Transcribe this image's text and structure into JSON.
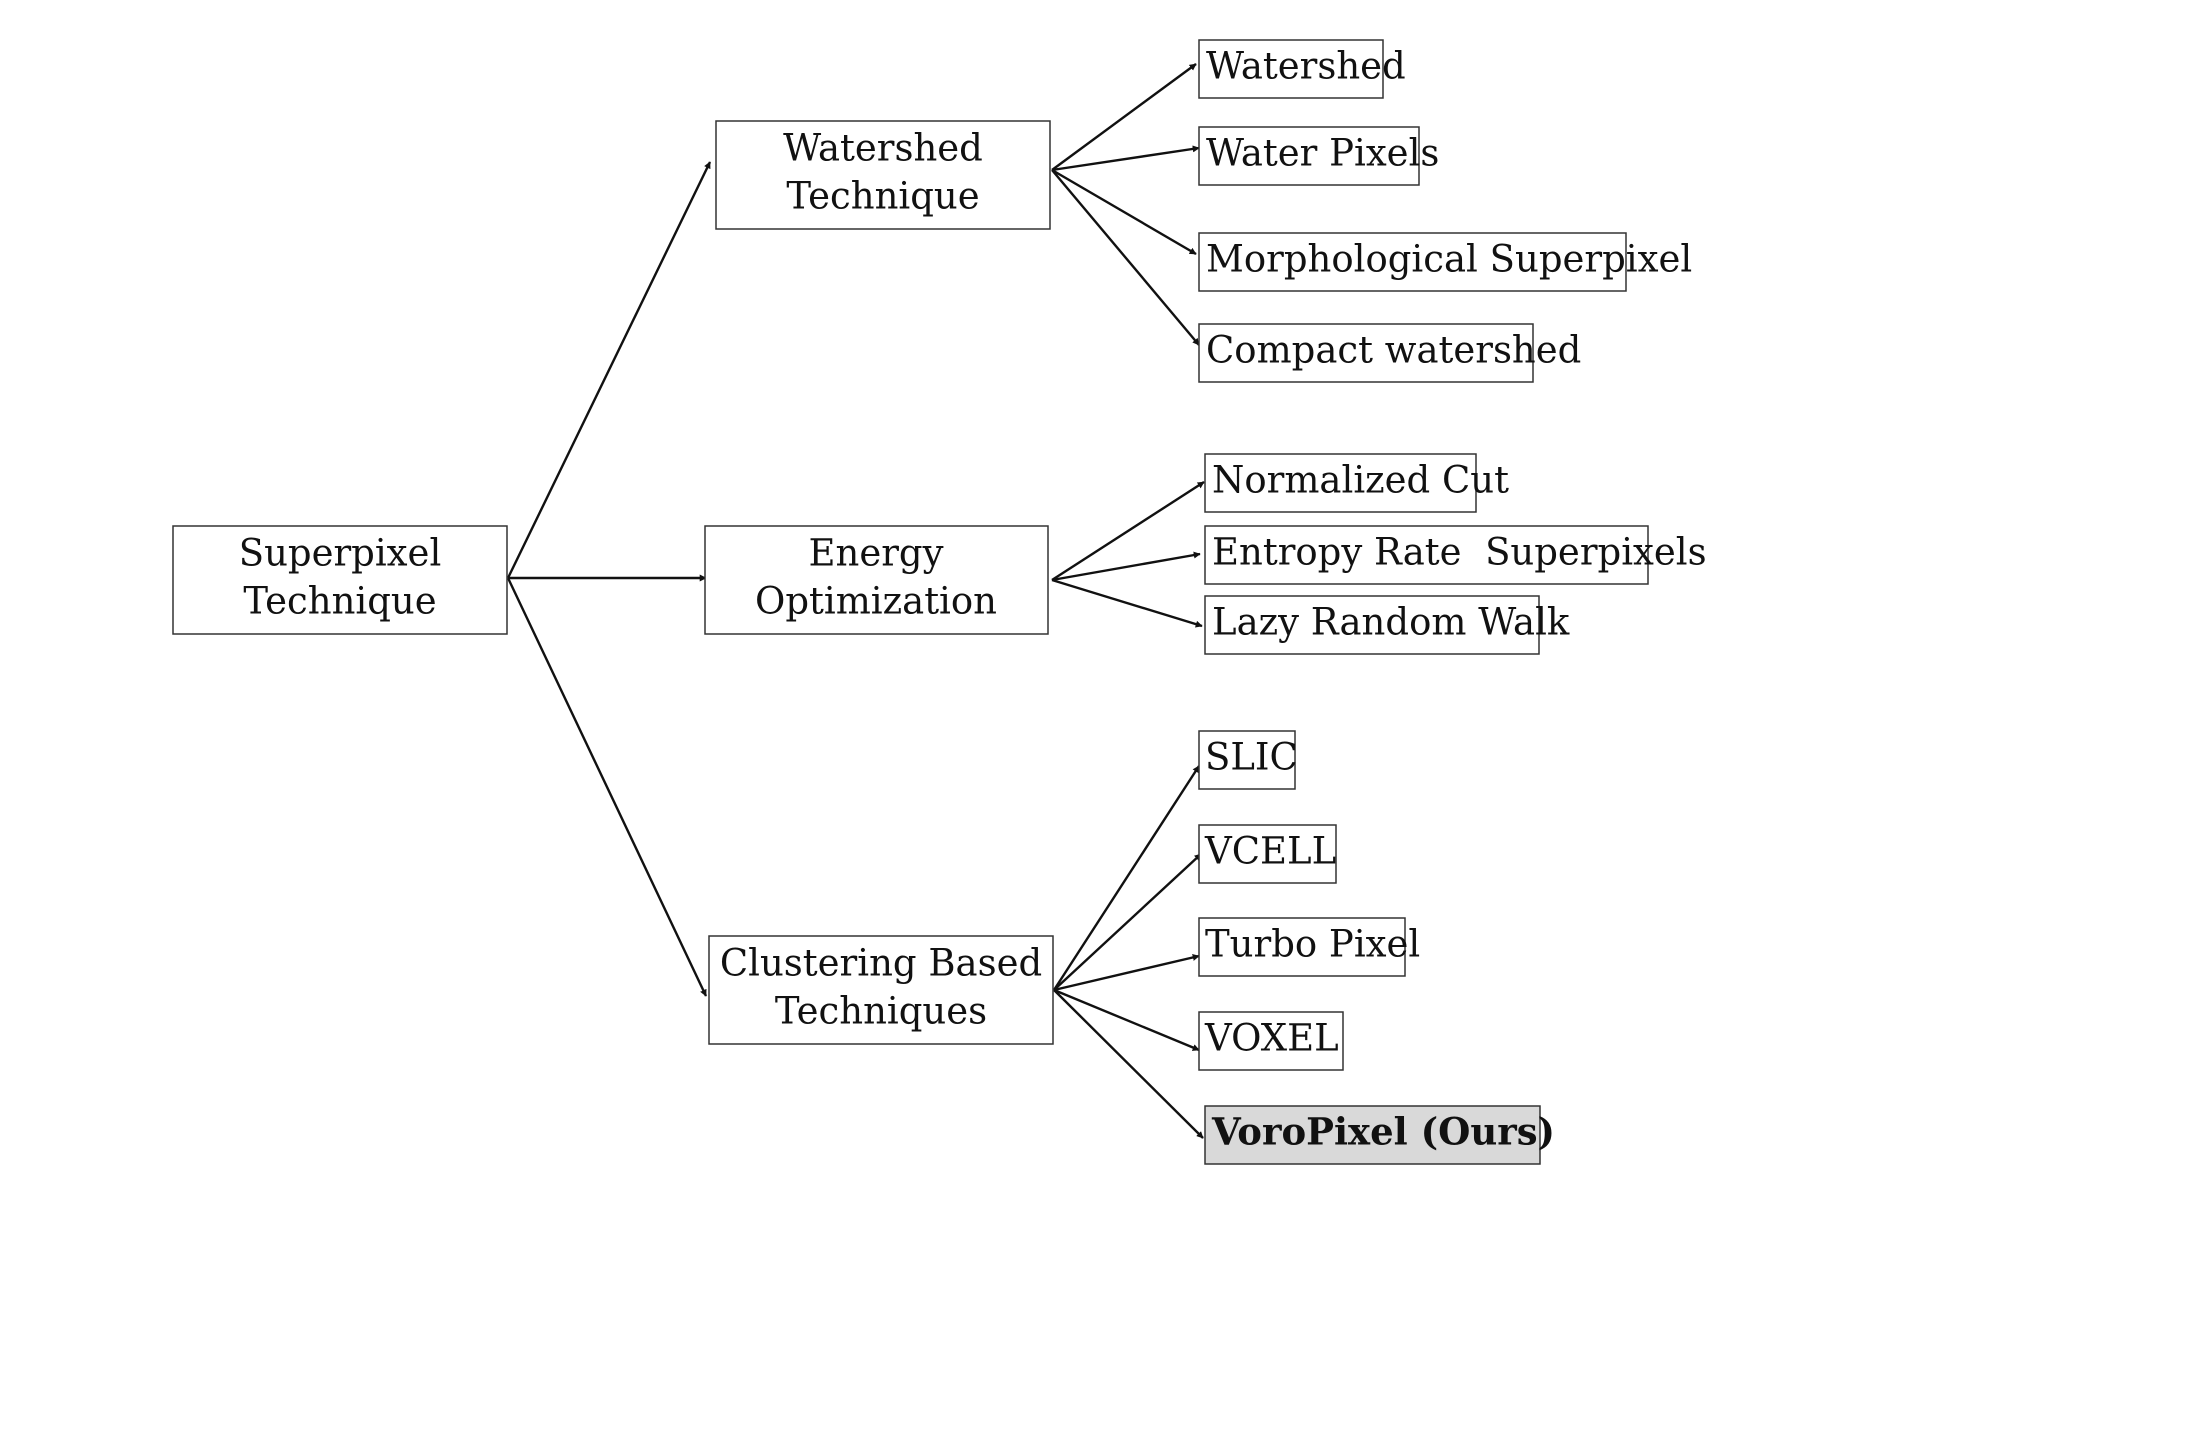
{
  "root": {
    "lines": [
      "Superpixel",
      "Technique"
    ]
  },
  "categories": [
    {
      "key": "watershed",
      "lines": [
        "Watershed",
        "Technique"
      ],
      "methods": [
        {
          "label": "Watershed",
          "highlight": false
        },
        {
          "label": "Water Pixels",
          "highlight": false
        },
        {
          "label": "Morphological Superpixel",
          "highlight": false
        },
        {
          "label": "Compact watershed",
          "highlight": false
        }
      ]
    },
    {
      "key": "energy",
      "lines": [
        "Energy",
        "Optimization"
      ],
      "methods": [
        {
          "label": "Normalized Cut",
          "highlight": false
        },
        {
          "label": "Entropy Rate  Superpixels",
          "highlight": false
        },
        {
          "label": "Lazy Random Walk",
          "highlight": false
        }
      ]
    },
    {
      "key": "clustering",
      "lines": [
        "Clustering Based",
        "Techniques"
      ],
      "methods": [
        {
          "label": "SLIC",
          "highlight": false
        },
        {
          "label": "VCELL",
          "highlight": false
        },
        {
          "label": "Turbo Pixel",
          "highlight": false
        },
        {
          "label": "VOXEL",
          "highlight": false
        },
        {
          "label": "VoroPixel (Ours)",
          "highlight": true
        }
      ]
    }
  ]
}
